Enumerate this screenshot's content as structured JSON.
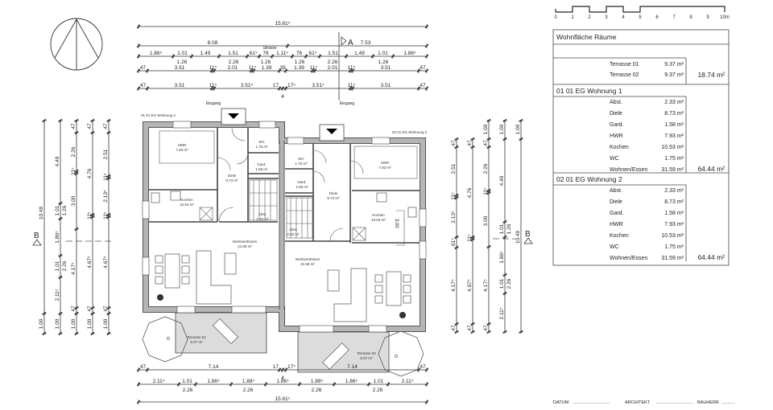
{
  "scale_bar": {
    "ticks": [
      "0",
      "1",
      "2",
      "3",
      "4",
      "5",
      "6",
      "7",
      "8",
      "9",
      "10"
    ],
    "unit": "m"
  },
  "plan": {
    "street_label": "Strasse",
    "section_a": "A",
    "section_b": "B",
    "entrance_label": "Eingang",
    "unit1_label": "01 01 EG Wohnung 1",
    "unit2_label": "02 01 EG Wohnung 2",
    "rooms1": {
      "hwr": {
        "name": "HWR",
        "area": "7.93 m²"
      },
      "wc": {
        "name": "WC",
        "area": "1.75 m²"
      },
      "gard": {
        "name": "Gard.",
        "area": "1.58 m²"
      },
      "diele": {
        "name": "Diele",
        "area": "8.73 m²"
      },
      "kochen": {
        "name": "Kochen",
        "area": "10.53 m²"
      },
      "abst": {
        "name": "Abst.",
        "area": "2.33 m²"
      },
      "wohnen": {
        "name": "Wohnen/Essen",
        "area": "31.59 m²"
      },
      "terrasse": {
        "name": "Terrasse 01",
        "area": "9.37 m²"
      }
    },
    "rooms2": {
      "hwr": {
        "name": "HWR",
        "area": "7.93 m²"
      },
      "wc": {
        "name": "WC",
        "area": "1.75 m²"
      },
      "gard": {
        "name": "Gard.",
        "area": "1.58 m²"
      },
      "diele": {
        "name": "Diele",
        "area": "8.73 m²"
      },
      "kochen": {
        "name": "Kochen",
        "area": "10.53 m²"
      },
      "abst": {
        "name": "Abst.",
        "area": "2.33 m²"
      },
      "wohnen": {
        "name": "Wohnen/Essen",
        "area": "31.59 m²"
      },
      "terrasse": {
        "name": "Terrasse 02",
        "area": "9.37 m²"
      }
    },
    "kitchen_dim": "3.00"
  },
  "dimensions": {
    "top_overall": [
      "15.61⁵"
    ],
    "top_split": [
      "8.08",
      "7.53"
    ],
    "top_row1": [
      "1.86⁵",
      "1.01",
      "1.49",
      "1.51",
      "61⁵",
      "76",
      "1.11⁵",
      "76",
      "61⁵",
      "1.51",
      "1.49",
      "1.01",
      "1.86⁵"
    ],
    "top_row1_lower": [
      "1.26",
      "2.26",
      "1.26",
      "1.26",
      "2.26",
      "1.26"
    ],
    "top_row2": [
      "47",
      "3.51",
      "11⁵",
      "2.01",
      "11⁵",
      "1.39",
      "39",
      "1.39",
      "11⁵",
      "2.01",
      "11⁵",
      "3.51",
      "47"
    ],
    "top_row3": [
      "47",
      "3.51",
      "11⁵",
      "3.51⁵",
      "17",
      "17⁵",
      "3.51⁵",
      "11⁵",
      "3.51",
      "47"
    ],
    "top_row3_below": [
      "4"
    ],
    "bottom_row1": [
      "47",
      "7.14",
      "17",
      "17⁵",
      "7.14",
      "47"
    ],
    "bottom_row1_below": [
      "4"
    ],
    "bottom_row2": [
      "2.11⁵",
      "1.01",
      "1.86⁵",
      "1.88⁵",
      "1.86⁵",
      "1.88⁵",
      "1.86⁵",
      "1.01",
      "2.11⁵"
    ],
    "bottom_row2_lower": [
      "2.26",
      "2.26",
      "2.26",
      "2.26"
    ],
    "bottom_overall": [
      "15.61⁵"
    ],
    "left_v1": [
      "10.49",
      "1.00"
    ],
    "left_v2": [
      "4.49",
      "1.01",
      "1.86⁵",
      "1.01",
      "2.11⁵",
      "1.00"
    ],
    "left_v2_lower": [
      "1.26",
      "2.26"
    ],
    "left_v3": [
      "47",
      "2.26",
      "11⁵",
      "3.00",
      "4.17⁵",
      "47",
      "1.00"
    ],
    "left_v4": [
      "47",
      "4.76",
      "11⁵",
      "4.67⁵",
      "47",
      "1.00"
    ],
    "left_v5": [
      "47",
      "2.51",
      "11⁵",
      "2.13⁵",
      "11⁵",
      "4.67⁵",
      "47",
      "1.00"
    ],
    "right_v1": [
      "47",
      "2.51",
      "11⁵",
      "2.13⁵",
      "61⁵",
      "4.17⁵",
      "47"
    ],
    "right_v2": [
      "47",
      "4.76",
      "11⁵",
      "4.67⁵",
      "47"
    ],
    "right_v3": [
      "1.00",
      "47",
      "2.26",
      "11⁵",
      "3.00",
      "4.17⁵",
      "47"
    ],
    "right_v4": [
      "1.00",
      "4.49",
      "1.01",
      "1.86⁵",
      "1.01",
      "2.11⁵"
    ],
    "right_v4_lower": [
      "1.26",
      "2.26"
    ],
    "right_v5": [
      "1.00",
      "10.49"
    ]
  },
  "area_table": {
    "title": "Wohnfläche Räume",
    "terraces": {
      "rows": [
        {
          "name": "Terrasse 01",
          "area": "9.37 m²"
        },
        {
          "name": "Terrasse 02",
          "area": "9.37 m²"
        }
      ],
      "total": "18.74 m²"
    },
    "units": [
      {
        "title": "01 01 EG Wohnung 1",
        "rows": [
          {
            "name": "Abst.",
            "area": "2.33 m²"
          },
          {
            "name": "Diele",
            "area": "8.73 m²"
          },
          {
            "name": "Gard.",
            "area": "1.58 m²"
          },
          {
            "name": "HWR",
            "area": "7.93 m²"
          },
          {
            "name": "Kochen",
            "area": "10.53 m²"
          },
          {
            "name": "WC",
            "area": "1.75 m²"
          },
          {
            "name": "Wohnen/Essen",
            "area": "31.59 m²"
          }
        ],
        "total": "64.44 m²"
      },
      {
        "title": "02 01 EG Wohnung 2",
        "rows": [
          {
            "name": "Abst.",
            "area": "2.33 m²"
          },
          {
            "name": "Diele",
            "area": "8.73 m²"
          },
          {
            "name": "Gard.",
            "area": "1.58 m²"
          },
          {
            "name": "HWR",
            "area": "7.93 m²"
          },
          {
            "name": "Kochen",
            "area": "10.53 m²"
          },
          {
            "name": "WC",
            "area": "1.75 m²"
          },
          {
            "name": "Wohnen/Essen",
            "area": "31.59 m²"
          }
        ],
        "total": "64.44 m²"
      }
    ]
  },
  "signatures": {
    "datum": "DATUM",
    "architekt": "ARCHITEKT",
    "bauherr": "BAUHERR",
    "dots": "..............................",
    "dots_short": "..........."
  }
}
